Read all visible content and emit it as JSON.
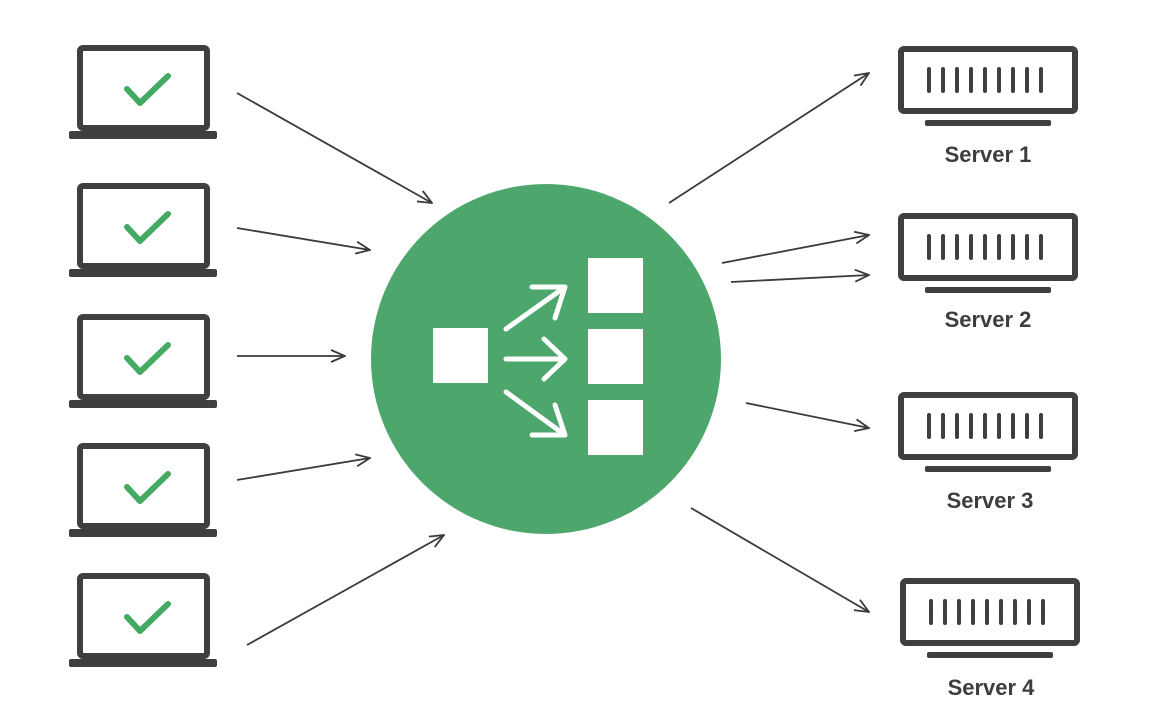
{
  "colors": {
    "background": "#ffffff",
    "accent_green": "#4da66c",
    "check_green": "#44aa62",
    "device_stroke": "#3f3f3f",
    "arrow_stroke": "#3a3a3a",
    "label_text": "#3d3d3d",
    "inner_white": "#ffffff"
  },
  "clients": {
    "count": 5,
    "icon": "laptop-icon",
    "status_icon": "checkmark-icon"
  },
  "load_balancer": {
    "icon": "load-balancer-icon"
  },
  "servers": [
    {
      "label": "Server 1",
      "incoming_arrows": 1
    },
    {
      "label": "Server 2",
      "incoming_arrows": 2
    },
    {
      "label": "Server 3",
      "incoming_arrows": 1
    },
    {
      "label": "Server 4",
      "incoming_arrows": 1
    }
  ]
}
